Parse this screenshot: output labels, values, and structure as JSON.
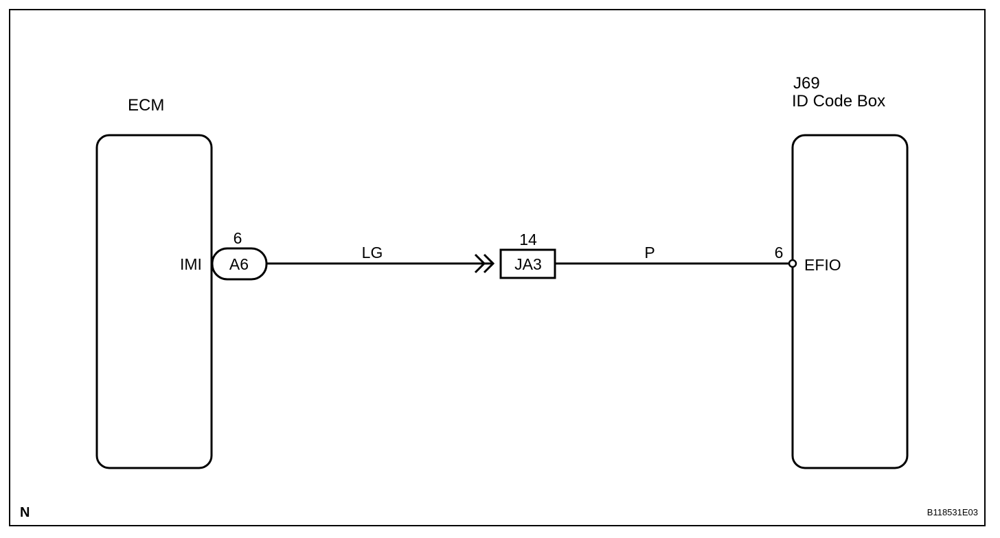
{
  "diagram": {
    "ecm": {
      "title": "ECM",
      "terminal_label": "IMI",
      "connector_id": "A6",
      "pin_number": "6"
    },
    "wire_lg": {
      "color_code": "LG"
    },
    "junction": {
      "connector_id": "JA3",
      "pin_number": "14"
    },
    "wire_p": {
      "color_code": "P"
    },
    "id_code_box": {
      "part_number": "J69",
      "title": "ID Code Box",
      "terminal_label": "EFIO",
      "pin_number": "6"
    },
    "footer": {
      "mark": "N",
      "figure_code": "B118531E03"
    }
  }
}
